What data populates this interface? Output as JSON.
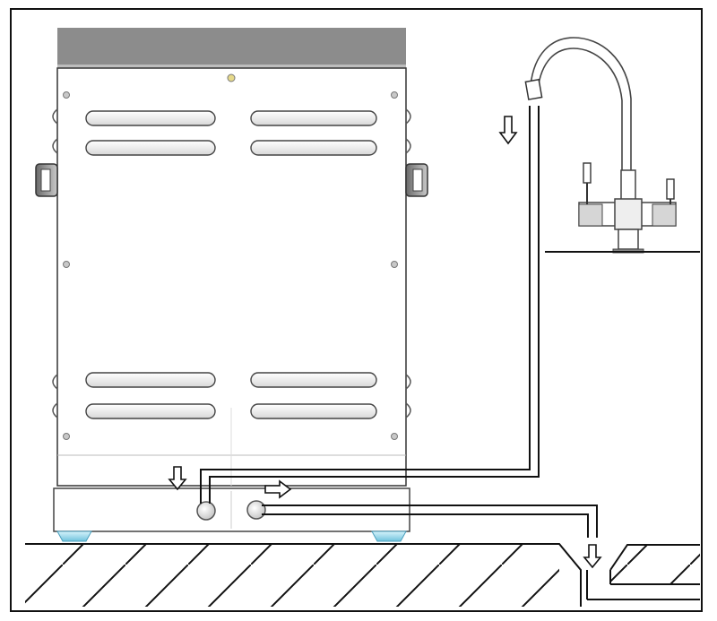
{
  "diagram": {
    "colors": {
      "frame": "#111111",
      "outline": "#222222",
      "top_panel": "#8c8c8c",
      "cabinet_fill": "#ffffff",
      "vent_shadow": "#9a9a9a",
      "screw": "#b5b5b5",
      "foot": "#9ad7ea",
      "hose": "#111111"
    },
    "arrows": [
      {
        "name": "outlet-flow-arrow",
        "direction": "down"
      },
      {
        "name": "inlet-flow-arrow",
        "direction": "down"
      },
      {
        "name": "drain-out-arrow",
        "direction": "right"
      },
      {
        "name": "drain-down-arrow",
        "direction": "down"
      }
    ]
  }
}
